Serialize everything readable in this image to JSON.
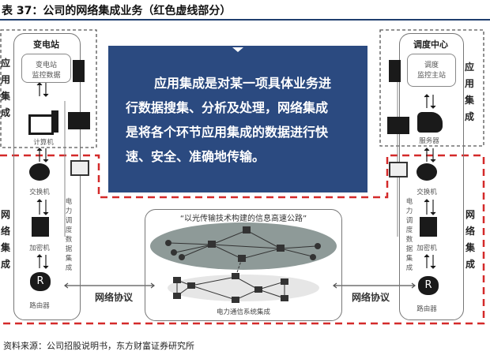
{
  "title": "表 37：公司的网络集成业务（红色虚线部分）",
  "footer": "资料来源：公司招股说明书，东方财富证券研究所",
  "left": {
    "station": "变电站",
    "box": [
      "变电站",
      "监控数据"
    ],
    "computer": "计算机",
    "switch": "交换机",
    "encryptor": "加密机",
    "router": "路由器",
    "side_label": "电力调度数据集成"
  },
  "right": {
    "station": "调度中心",
    "box": [
      "调度",
      "监控主站"
    ],
    "server": "服务器",
    "switch": "交换机",
    "encryptor": "加密机",
    "router": "路由器",
    "side_label": "电力调度数据集成"
  },
  "labels": {
    "app_integration": "应用集成",
    "net_integration": "网络集成",
    "protocol": "网络协议"
  },
  "center": {
    "title": "“以光传输技术构建的信息高速公路”",
    "caption": "电力通信系统集成"
  },
  "blue_text": [
    "应用集成是对某一项具体业务进",
    "行数据搜集、分析及处理，网络集成",
    "是将各个环节应用集成的数据进行快",
    "速、安全、准确地传输。"
  ],
  "colors": {
    "accent": "#2b4a80",
    "red": "#d42a2a"
  }
}
